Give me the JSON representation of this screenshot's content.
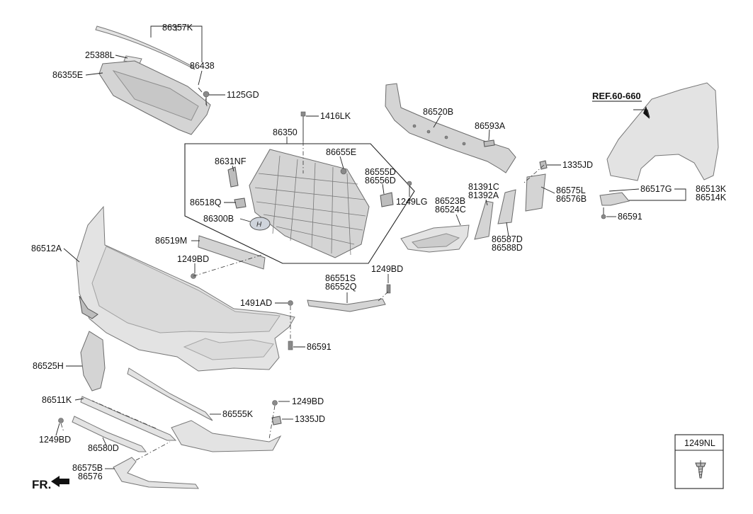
{
  "diagram": {
    "reference": "REF.60-660",
    "direction_label": "FR.",
    "legend_part": "1249NL",
    "parts": [
      {
        "id": "p86357K",
        "label": "86357K"
      },
      {
        "id": "p25388L",
        "label": "25388L"
      },
      {
        "id": "p86438",
        "label": "86438"
      },
      {
        "id": "p86355E",
        "label": "86355E"
      },
      {
        "id": "p1125GD",
        "label": "1125GD"
      },
      {
        "id": "p86520B",
        "label": "86520B"
      },
      {
        "id": "p86593A",
        "label": "86593A"
      },
      {
        "id": "p1335JD_top",
        "label": "1335JD"
      },
      {
        "id": "p1416LK",
        "label": "1416LK"
      },
      {
        "id": "p86350",
        "label": "86350"
      },
      {
        "id": "p86631NF",
        "label": "8631NF"
      },
      {
        "id": "p86655E",
        "label": "86655E"
      },
      {
        "id": "p86555D",
        "label": "86555D"
      },
      {
        "id": "p86556D",
        "label": "86556D"
      },
      {
        "id": "p1249LG",
        "label": "1249LG"
      },
      {
        "id": "p86518Q",
        "label": "86518Q"
      },
      {
        "id": "p86300B",
        "label": "86300B"
      },
      {
        "id": "p86523B",
        "label": "86523B"
      },
      {
        "id": "p86524C",
        "label": "86524C"
      },
      {
        "id": "p81391C",
        "label": "81391C"
      },
      {
        "id": "p81392A",
        "label": "81392A"
      },
      {
        "id": "p86575L",
        "label": "86575L"
      },
      {
        "id": "p86576B",
        "label": "86576B"
      },
      {
        "id": "p86517G",
        "label": "86517G"
      },
      {
        "id": "p86513K",
        "label": "86513K"
      },
      {
        "id": "p86514K",
        "label": "86514K"
      },
      {
        "id": "p86591_right",
        "label": "86591"
      },
      {
        "id": "p86587D",
        "label": "86587D"
      },
      {
        "id": "p86588D",
        "label": "86588D"
      },
      {
        "id": "p86519M",
        "label": "86519M"
      },
      {
        "id": "p86512A",
        "label": "86512A"
      },
      {
        "id": "p1249BD_a",
        "label": "1249BD"
      },
      {
        "id": "p86551S",
        "label": "86551S"
      },
      {
        "id": "p86552Q",
        "label": "86552Q"
      },
      {
        "id": "p1249BD_b",
        "label": "1249BD"
      },
      {
        "id": "p1491AD",
        "label": "1491AD"
      },
      {
        "id": "p86591_mid",
        "label": "86591"
      },
      {
        "id": "p86525H",
        "label": "86525H"
      },
      {
        "id": "p86511K",
        "label": "86511K"
      },
      {
        "id": "p86555K",
        "label": "86555K"
      },
      {
        "id": "p1249BD_c",
        "label": "1249BD"
      },
      {
        "id": "p1335JD_bot",
        "label": "1335JD"
      },
      {
        "id": "p1249BD_d",
        "label": "1249BD"
      },
      {
        "id": "p86580D",
        "label": "86580D"
      },
      {
        "id": "p86575B",
        "label": "86575B"
      },
      {
        "id": "p86576",
        "label": "86576"
      }
    ]
  }
}
